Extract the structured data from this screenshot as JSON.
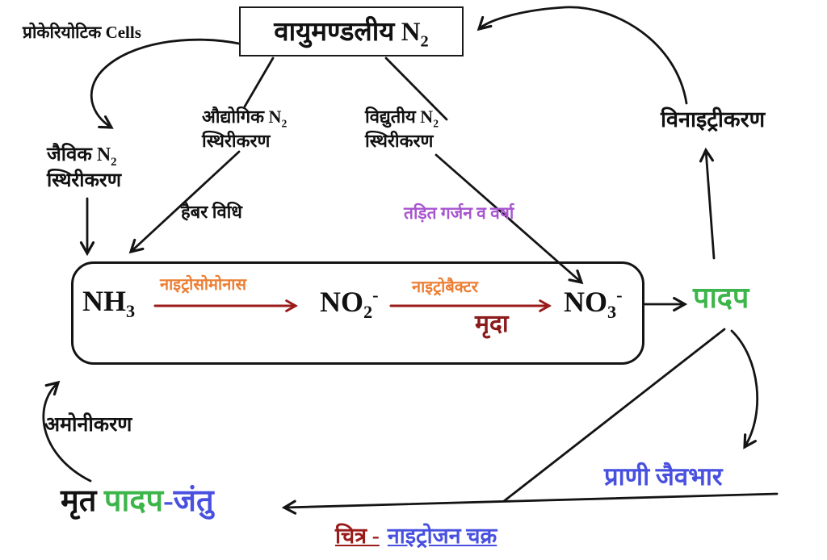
{
  "figure": {
    "caption_prefix": "चित्र -",
    "caption_title": "नाइट्रोजन चक्र"
  },
  "nodes": {
    "prokaryotic_cells": "प्रोकेरियोटिक Cells",
    "atmospheric": {
      "hindi": "वायुमण्डलीय ",
      "symbol": "N",
      "subscript": "2"
    },
    "biological_fixation": {
      "line1_hindi": "जैविक ",
      "symbol": "N",
      "subscript": "2",
      "line2": "स्थिरीकरण"
    },
    "industrial_fixation": {
      "line1_hindi": "औद्योगिक ",
      "symbol": "N",
      "subscript": "2",
      "line2": "स्थिरीकरण"
    },
    "electrical_fixation": {
      "line1_hindi": "विद्युतीय ",
      "symbol": "N",
      "subscript": "2",
      "line2": "स्थिरीकरण"
    },
    "denitrification": "विनाइट्रीकरण",
    "haber_method": "हैबर विधि",
    "lightning_rain": "तड़ित गर्जन व वर्षा",
    "ammonia": {
      "base": "NH",
      "sub": "3"
    },
    "nitrite": {
      "base": "NO",
      "sub": "2",
      "sup": "-"
    },
    "nitrate": {
      "base": "NO",
      "sub": "3",
      "sup": "-"
    },
    "nitrosomonas": "नाइट्रोसोमोनास",
    "nitrobacter": "नाइट्रोबैक्टर",
    "soil": "मृदा",
    "plant": "पादप",
    "ammonification": "अमोनीकरण",
    "dead_organisms": {
      "part_dead": "मृत ",
      "part_plant": "पादप",
      "part_animal": "-जंतु"
    },
    "animal_biomass": "प्राणी जैवभार"
  },
  "colors": {
    "text": "#111111",
    "purple": "#A855D0",
    "orange": "#ED7D31",
    "reaction_arrow_red": "#9B1B1B",
    "maroon": "#8B1A1A",
    "green": "#3CB54A",
    "blue": "#4850E0"
  }
}
